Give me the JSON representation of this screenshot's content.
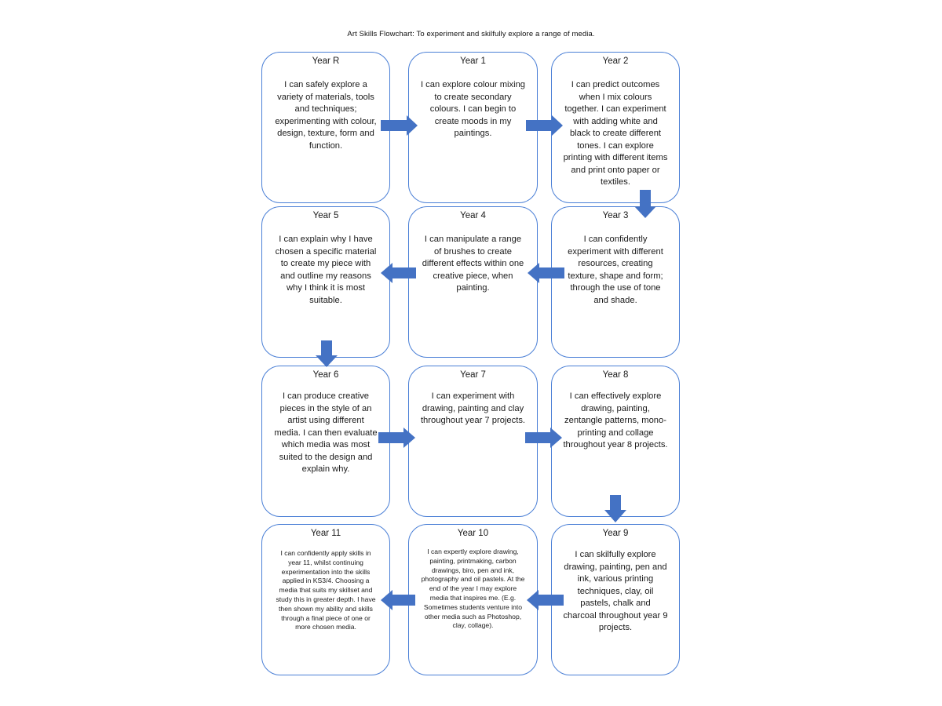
{
  "title": "Art Skills Flowchart: To experiment and skilfully explore a range of media.",
  "boxes": [
    {
      "year": "Year R",
      "text": "I can safely explore a variety of materials, tools and techniques; experimenting with colour, design, texture, form and function."
    },
    {
      "year": "Year 1",
      "text": "I can explore colour mixing to create secondary colours. I can begin to create moods in my paintings."
    },
    {
      "year": "Year 2",
      "text": "I can predict outcomes when I mix colours together. I can experiment with adding white and black to create different tones. I can explore printing with different items and print onto paper or textiles."
    },
    {
      "year": "Year 5",
      "text": "I can explain why I have chosen a specific material to create my piece with and outline my reasons why I think it is most suitable."
    },
    {
      "year": "Year 4",
      "text": "I can manipulate a range of brushes to create different effects within one creative piece, when painting."
    },
    {
      "year": "Year 3",
      "text": "I can confidently experiment with different resources, creating texture, shape and form; through the use of tone and shade."
    },
    {
      "year": "Year 6",
      "text": "I can produce creative pieces in the style of an artist using different media. I can then evaluate which media was most suited to the design and explain why."
    },
    {
      "year": "Year 7",
      "text": "I can experiment with drawing, painting and clay throughout year 7 projects."
    },
    {
      "year": "Year 8",
      "text": "I can effectively explore drawing, painting, zentangle patterns, mono-printing and collage throughout year 8 projects."
    },
    {
      "year": "Year 11",
      "text": "I can confidently apply skills in year 11, whilst continuing experimentation into the skills applied in KS3/4. Choosing a media that suits my skillset and study this in greater depth. I have then shown my ability and skills through a final piece of one or more chosen media."
    },
    {
      "year": "Year 10",
      "text": "I can expertly explore drawing, painting, printmaking, carbon drawings, biro, pen and ink, photography and oil pastels. At the end of the year I may explore media that inspires me. (E.g. Sometimes students venture into other media such as Photoshop, clay, collage)."
    },
    {
      "year": "Year 9",
      "text": "I can skilfully explore drawing, painting, pen and ink, various printing techniques, clay, oil pastels, chalk and charcoal throughout year 9 projects."
    }
  ],
  "colors": {
    "box_border": "#4a7fd6",
    "arrow_fill": "#4472c4"
  }
}
